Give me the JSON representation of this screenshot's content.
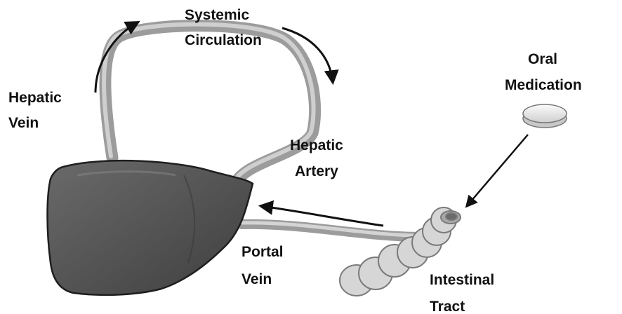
{
  "labels": {
    "systemic_line1": "Systemic",
    "systemic_line2": "Circulation",
    "hepatic_vein_line1": "Hepatic",
    "hepatic_vein_line2": "Vein",
    "hepatic_artery_line1": "Hepatic",
    "hepatic_artery_line2": "Artery",
    "oral_line1": "Oral",
    "oral_line2": "Medication",
    "portal_line1": "Portal",
    "portal_line2": "Vein",
    "intestinal_line1": "Intestinal",
    "intestinal_line2": "Tract"
  },
  "colors": {
    "liver": "#545454",
    "vessel": "#a9a9a9",
    "intestine": "#d4d4d4",
    "pill": "#eeeeee",
    "arrow": "#111111"
  }
}
